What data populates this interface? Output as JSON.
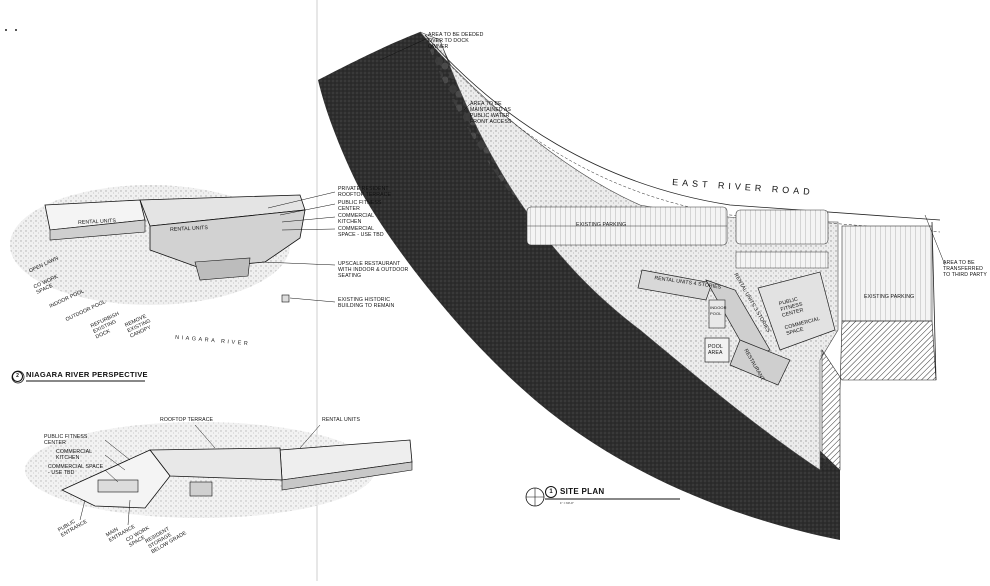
{
  "site_plan": {
    "title": "SITE PLAN",
    "number": "1",
    "scale": "1\" = 60'-0\"",
    "road": "EAST RIVER ROAD",
    "labels": {
      "deeded": "AREA TO BE DEEDED OVER TO DOCK OWNER",
      "public_water": "AREA TO BE MAINTAINED AS PUBLIC WATER FRONT ACCESS",
      "transferred": "AREA TO BE TRANSFERRED TO THIRD PARTY",
      "existing_parking_1": "EXISTING PARKING",
      "existing_parking_2": "EXISTING PARKING",
      "rental_units_stories": "RENTAL UNITS 4 STORIES",
      "rental_units_small": "RENTAL UNITS 3 STORIES",
      "indoor_pool": "INDOOR POOL",
      "pool_area": "POOL AREA",
      "restaurant": "RESTAURANT",
      "fitness": "PUBLIC FITNESS CENTER",
      "commercial": "COMMERCIAL SPACE"
    }
  },
  "perspective": {
    "title": "NIAGARA RIVER PERSPECTIVE",
    "number": "2",
    "river": "NIAGARA RIVER",
    "labels": {
      "rental_units_left": "RENTAL UNITS",
      "rental_units_mid": "RENTAL UNITS",
      "rooftop": "PRIVATE RESIDENT ROOFTOP TERRACE",
      "fitness": "PUBLIC FITNESS CENTER",
      "kitchen": "COMMERCIAL KITCHEN",
      "commercial": "COMMERCIAL SPACE - USE TBD",
      "restaurant": "UPSCALE RESTAURANT WITH INDOOR & OUTDOOR SEATING",
      "historic": "EXISTING HISTORIC BUILDING TO REMAIN",
      "open_lawn": "OPEN LAWN",
      "co_work": "CO WORK SPACE",
      "indoor_pool": "INDOOR POOL",
      "outdoor_pool": "OUTDOOR POOL",
      "refurbish": "REFURBISH EXISTING DOCK",
      "remove_canopy": "REMOVE EXISTING CANOPY"
    }
  },
  "axon": {
    "labels": {
      "rooftop": "ROOFTOP TERRACE",
      "rental_units": "RENTAL UNITS",
      "fitness": "PUBLIC FITNESS CENTER",
      "kitchen": "COMMERCIAL KITCHEN",
      "commercial": "COMMERCIAL SPACE - USE TBD",
      "public_entrance": "PUBLIC ENTRANCE",
      "main_entrance": "MAIN ENTRANCE",
      "co_work": "CO WORK SPACE",
      "storage": "RESIDENT STORAGE BELOW GRADE"
    }
  }
}
